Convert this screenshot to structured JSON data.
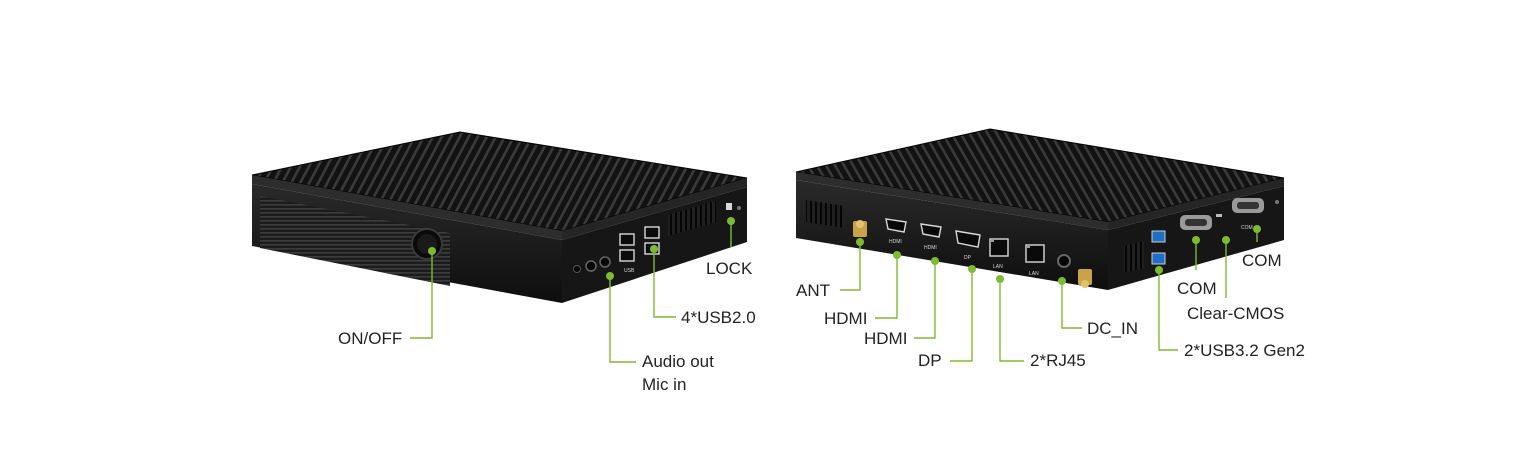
{
  "colors": {
    "leader": "#7dbb2f",
    "chassis": "#1b1b1b",
    "chassis_top": "#141414",
    "fin": "#2a2a2a",
    "text": "#222222"
  },
  "front_device": {
    "logo_text": "",
    "port_marks": {
      "usb": "USB"
    },
    "labels": {
      "on_off": "ON/OFF",
      "audio_out": "Audio out",
      "mic_in": "Mic in",
      "usb": "4*USB2.0",
      "lock": "LOCK"
    }
  },
  "rear_device": {
    "port_marks": {
      "hdmi1": "HDMI",
      "hdmi2": "HDMI",
      "dp": "DP",
      "lan1": "LAN",
      "lan2": "LAN",
      "com": "COM"
    },
    "labels": {
      "ant": "ANT",
      "hdmi1": "HDMI",
      "hdmi2": "HDMI",
      "dp": "DP",
      "rj45": "2*RJ45",
      "dc_in": "DC_IN",
      "usb32": "2*USB3.2 Gen2",
      "com1": "COM",
      "clear_cmos": "Clear-CMOS",
      "com2": "COM"
    }
  }
}
